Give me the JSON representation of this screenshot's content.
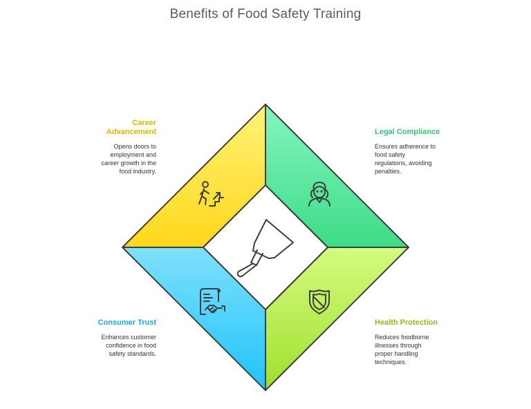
{
  "title": "Benefits of Food Safety Training",
  "colors": {
    "career": "#d9b70a",
    "legal": "#3bbd78",
    "consumer": "#1ea9d4",
    "health": "#8fbb20",
    "outline": "#3d3d3d"
  },
  "center_icon": "scraper-icon",
  "sections": {
    "career": {
      "heading": "Career Advancement",
      "heading_line1": "Career",
      "heading_line2": "Advancement",
      "desc_lines": [
        "Opens doors to",
        "employment and",
        "career growth in the",
        "food industry."
      ],
      "icon": "climbing-stairs-icon"
    },
    "legal": {
      "heading": "Legal Compliance",
      "desc_lines": [
        "Ensures adherence to",
        "food safety",
        "regulations, avoiding",
        "penalties."
      ],
      "icon": "judge-icon"
    },
    "consumer": {
      "heading": "Consumer Trust",
      "desc_lines": [
        "Enhances customer",
        "confidence in food",
        "safety standards."
      ],
      "icon": "handshake-contract-icon"
    },
    "health": {
      "heading": "Health Protection",
      "desc_lines": [
        "Reduces foodborne",
        "illnesses through",
        "proper handling",
        "techniques."
      ],
      "icon": "shield-icon"
    }
  }
}
